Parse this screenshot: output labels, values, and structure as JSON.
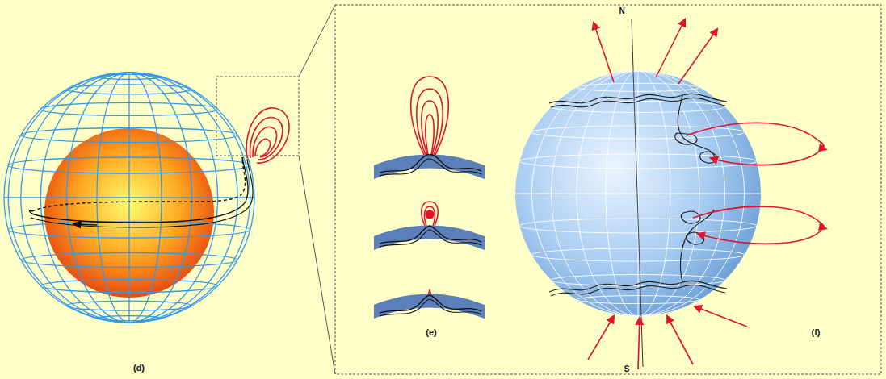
{
  "diagram": {
    "labels": [
      "(d)",
      "(e)",
      "(f)",
      "N",
      "S"
    ]
  }
}
